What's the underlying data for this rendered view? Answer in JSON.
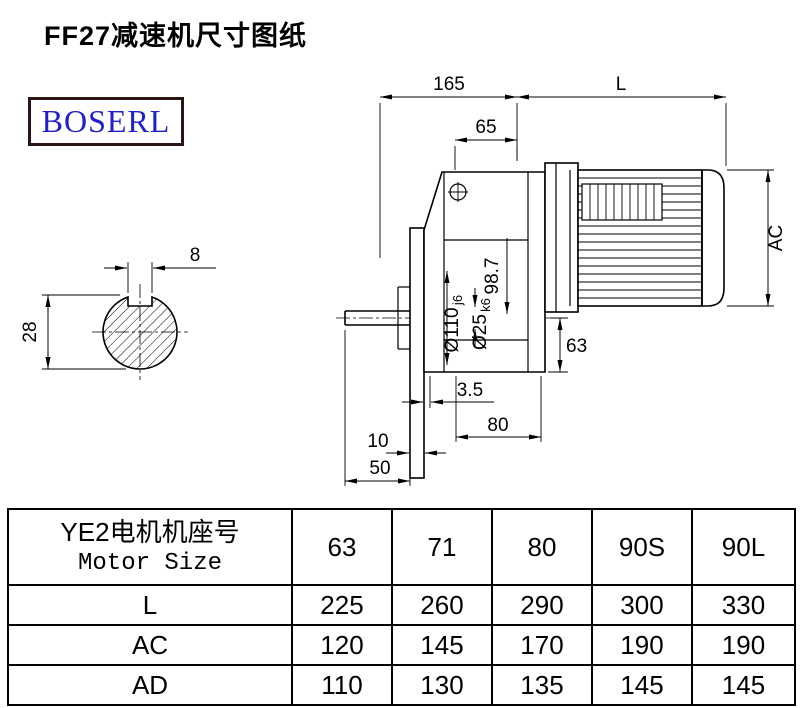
{
  "title": "FF27减速机尺寸图纸",
  "brand": "BOSERL",
  "drawing": {
    "dim_165": "165",
    "dim_L": "L",
    "dim_65": "65",
    "dim_AC": "AC",
    "dim_8": "8",
    "dim_28": "28",
    "dim_d110": "Ø110",
    "dim_d110_tol": "j6",
    "dim_d25": "Ø25",
    "dim_d25_tol": "k6",
    "dim_98_7": "98.7",
    "dim_63": "63",
    "dim_3_5": "3.5",
    "dim_80": "80",
    "dim_10": "10",
    "dim_50": "50"
  },
  "table": {
    "header_cn": "YE2电机机座号",
    "header_en": "Motor Size",
    "columns": [
      "63",
      "71",
      "80",
      "90S",
      "90L"
    ],
    "rows": [
      {
        "label": "L",
        "values": [
          "225",
          "260",
          "290",
          "300",
          "330"
        ]
      },
      {
        "label": "AC",
        "values": [
          "120",
          "145",
          "170",
          "190",
          "190"
        ]
      },
      {
        "label": "AD",
        "values": [
          "110",
          "130",
          "135",
          "145",
          "145"
        ]
      }
    ]
  }
}
